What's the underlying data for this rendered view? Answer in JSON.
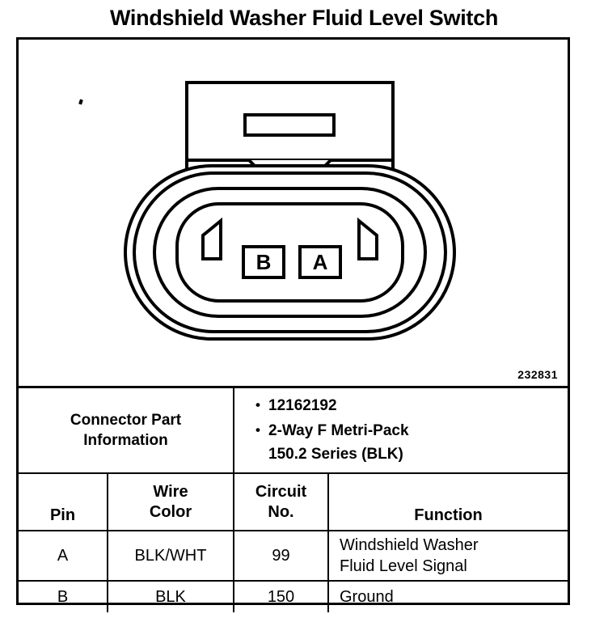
{
  "title": "Windshield Washer Fluid Level Switch",
  "diagram": {
    "reference_number": "232831",
    "pins": [
      {
        "label": "B"
      },
      {
        "label": "A"
      }
    ]
  },
  "connector_part_information": {
    "label": "Connector Part\nInformation",
    "label_line1": "Connector Part",
    "label_line2": "Information",
    "bullets": [
      "12162192",
      "2-Way F Metri-Pack 150.2 Series (BLK)"
    ],
    "bullet_2_line1": "2-Way F Metri-Pack",
    "bullet_2_line2": "150.2 Series (BLK)"
  },
  "pin_table": {
    "headers": {
      "pin": "Pin",
      "wire_color_line1": "Wire",
      "wire_color_line2": "Color",
      "circuit_no_line1": "Circuit",
      "circuit_no_line2": "No.",
      "function": "Function"
    },
    "rows": [
      {
        "pin": "A",
        "wire_color": "BLK/WHT",
        "circuit_no": "99",
        "function_line1": "Windshield Washer",
        "function_line2": "Fluid Level Signal"
      },
      {
        "pin": "B",
        "wire_color": "BLK",
        "circuit_no": "150",
        "function_line1": "Ground",
        "function_line2": ""
      }
    ]
  },
  "colors": {
    "ink": "#000000",
    "paper": "#ffffff"
  }
}
